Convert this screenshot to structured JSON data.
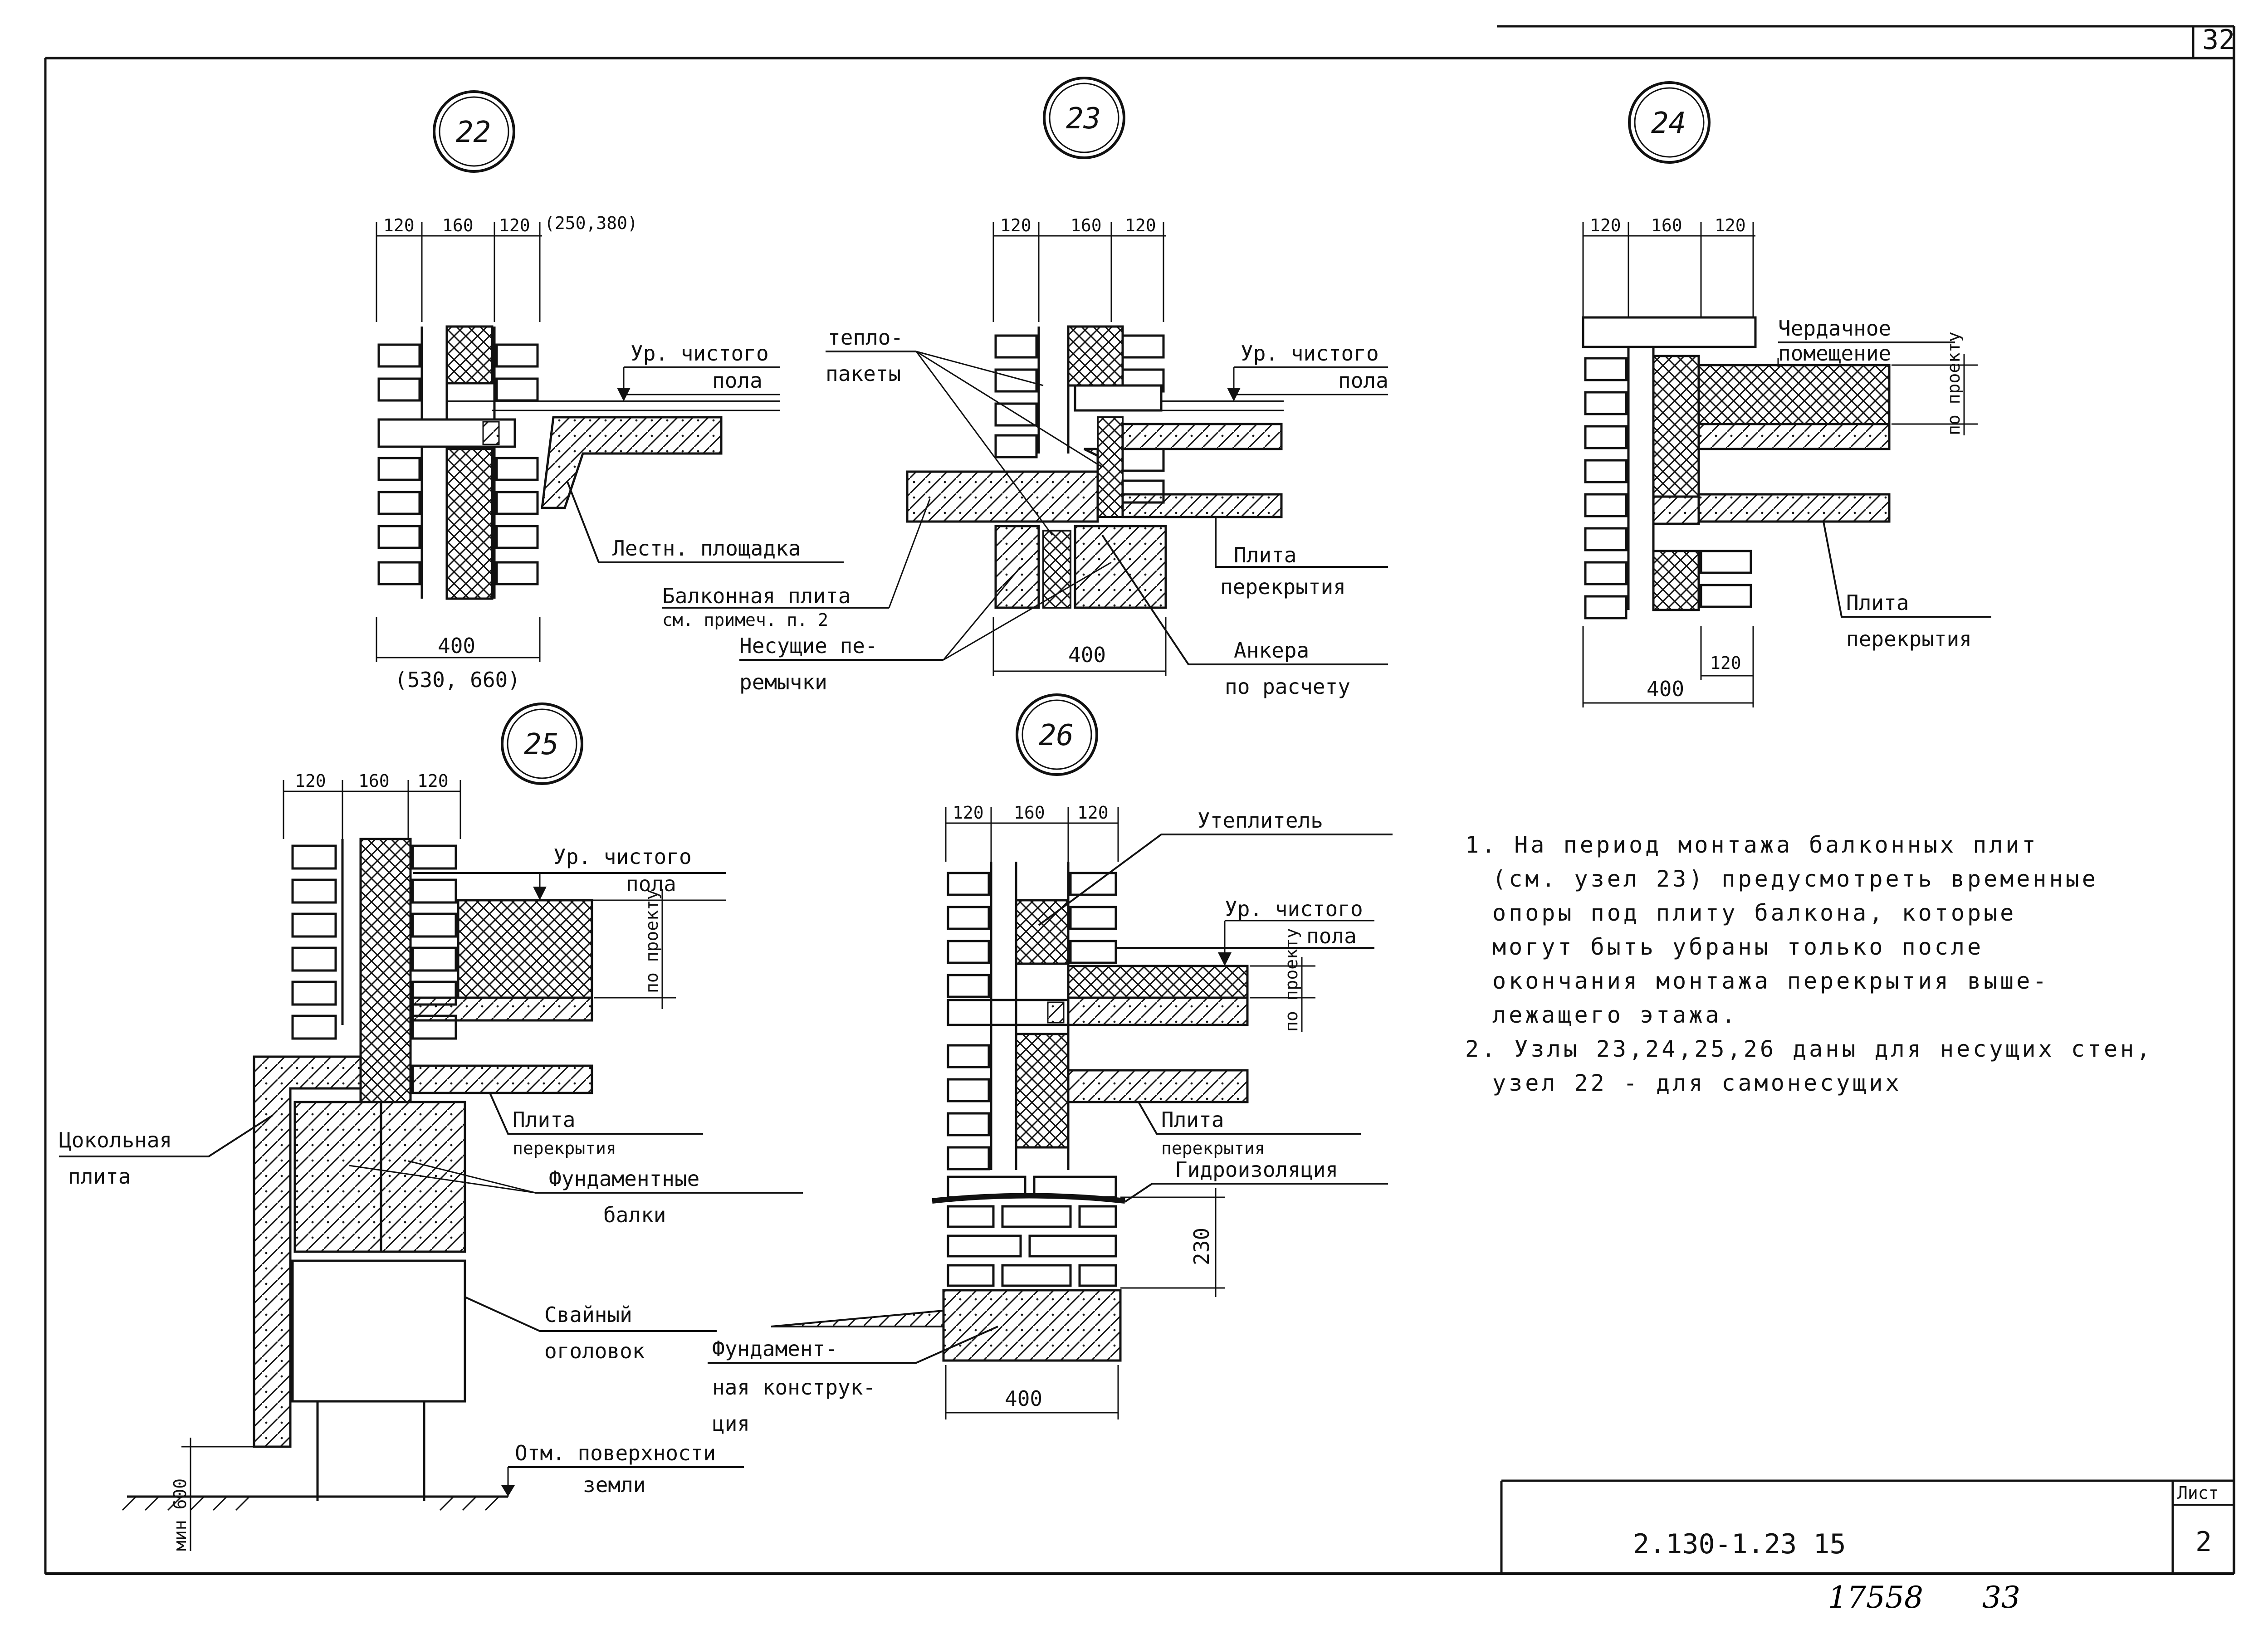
{
  "sheet": {
    "top_corner": "32",
    "doc_code": "2.130-1.23 15",
    "list_label": "Лист",
    "list_number": "2",
    "handwritten": "17558",
    "handwritten_page": "33"
  },
  "nodes": {
    "n22": {
      "number": "22",
      "dims_top": [
        "120",
        "160",
        "120",
        "(250,380)"
      ],
      "dim_bottom": "400",
      "dim_bottom_alt": "(530, 660)",
      "floor_label_1": "Ур. чистого",
      "floor_label_2": "пола",
      "stair_label": "Лестн. площадка"
    },
    "n23": {
      "number": "23",
      "dims_top": [
        "120",
        "160",
        "120"
      ],
      "dim_bottom": "400",
      "insul_1": "тепло-",
      "insul_2": "пакеты",
      "floor_label_1": "Ур. чистого",
      "floor_label_2": "пола",
      "balcony_1": "Балконная плита",
      "balcony_2": "см. примеч. п. 2",
      "lintel_1": "Несущие пе-",
      "lintel_2": "ремычки",
      "slab_1": "Плита",
      "slab_2": "перекрытия",
      "anchor_1": "Анкера",
      "anchor_2": "по расчету"
    },
    "n24": {
      "number": "24",
      "dims_top": [
        "120",
        "160",
        "120"
      ],
      "dim_bottom": "400",
      "dim_small": "120",
      "attic_1": "Чердачное",
      "attic_2": "помещение",
      "by_design": "по проекту",
      "slab_1": "Плита",
      "slab_2": "перекрытия"
    },
    "n25": {
      "number": "25",
      "dims_top": [
        "120",
        "160",
        "120"
      ],
      "floor_label_1": "Ур. чистого",
      "floor_label_2": "пола",
      "by_design": "по проекту",
      "slab_1": "Плита",
      "slab_2": "перекрытия",
      "beams_1": "Фундаментные",
      "beams_2": "балки",
      "plinth_1": "Цокольная",
      "plinth_2": "плита",
      "pile_1": "Свайный",
      "pile_2": "оголовок",
      "ground_1": "Отм. поверхности",
      "ground_2": "земли",
      "min_dim": "мин 600"
    },
    "n26": {
      "number": "26",
      "dims_top": [
        "120",
        "160",
        "120"
      ],
      "dim_bottom": "400",
      "insulation": "Утеплитель",
      "floor_label_1": "Ур. чистого",
      "floor_label_2": "пола",
      "by_design": "по проекту",
      "slab_1": "Плита",
      "slab_2": "перекрытия",
      "waterproof": "Гидроизоляция",
      "dim_230": "230",
      "found_1": "Фундамент-",
      "found_2": "ная конструк-",
      "found_3": "ция"
    }
  },
  "notes": [
    "1. На период монтажа балконных плит",
    "(см. узел 23) предусмотреть временные",
    "опоры под плиту балкона, которые",
    "могут быть убраны только после",
    "окончания монтажа перекрытия выше-",
    "лежащего этажа.",
    "2. Узлы 23,24,25,26 даны для несущих стен,",
    "узел 22 - для самонесущих"
  ]
}
